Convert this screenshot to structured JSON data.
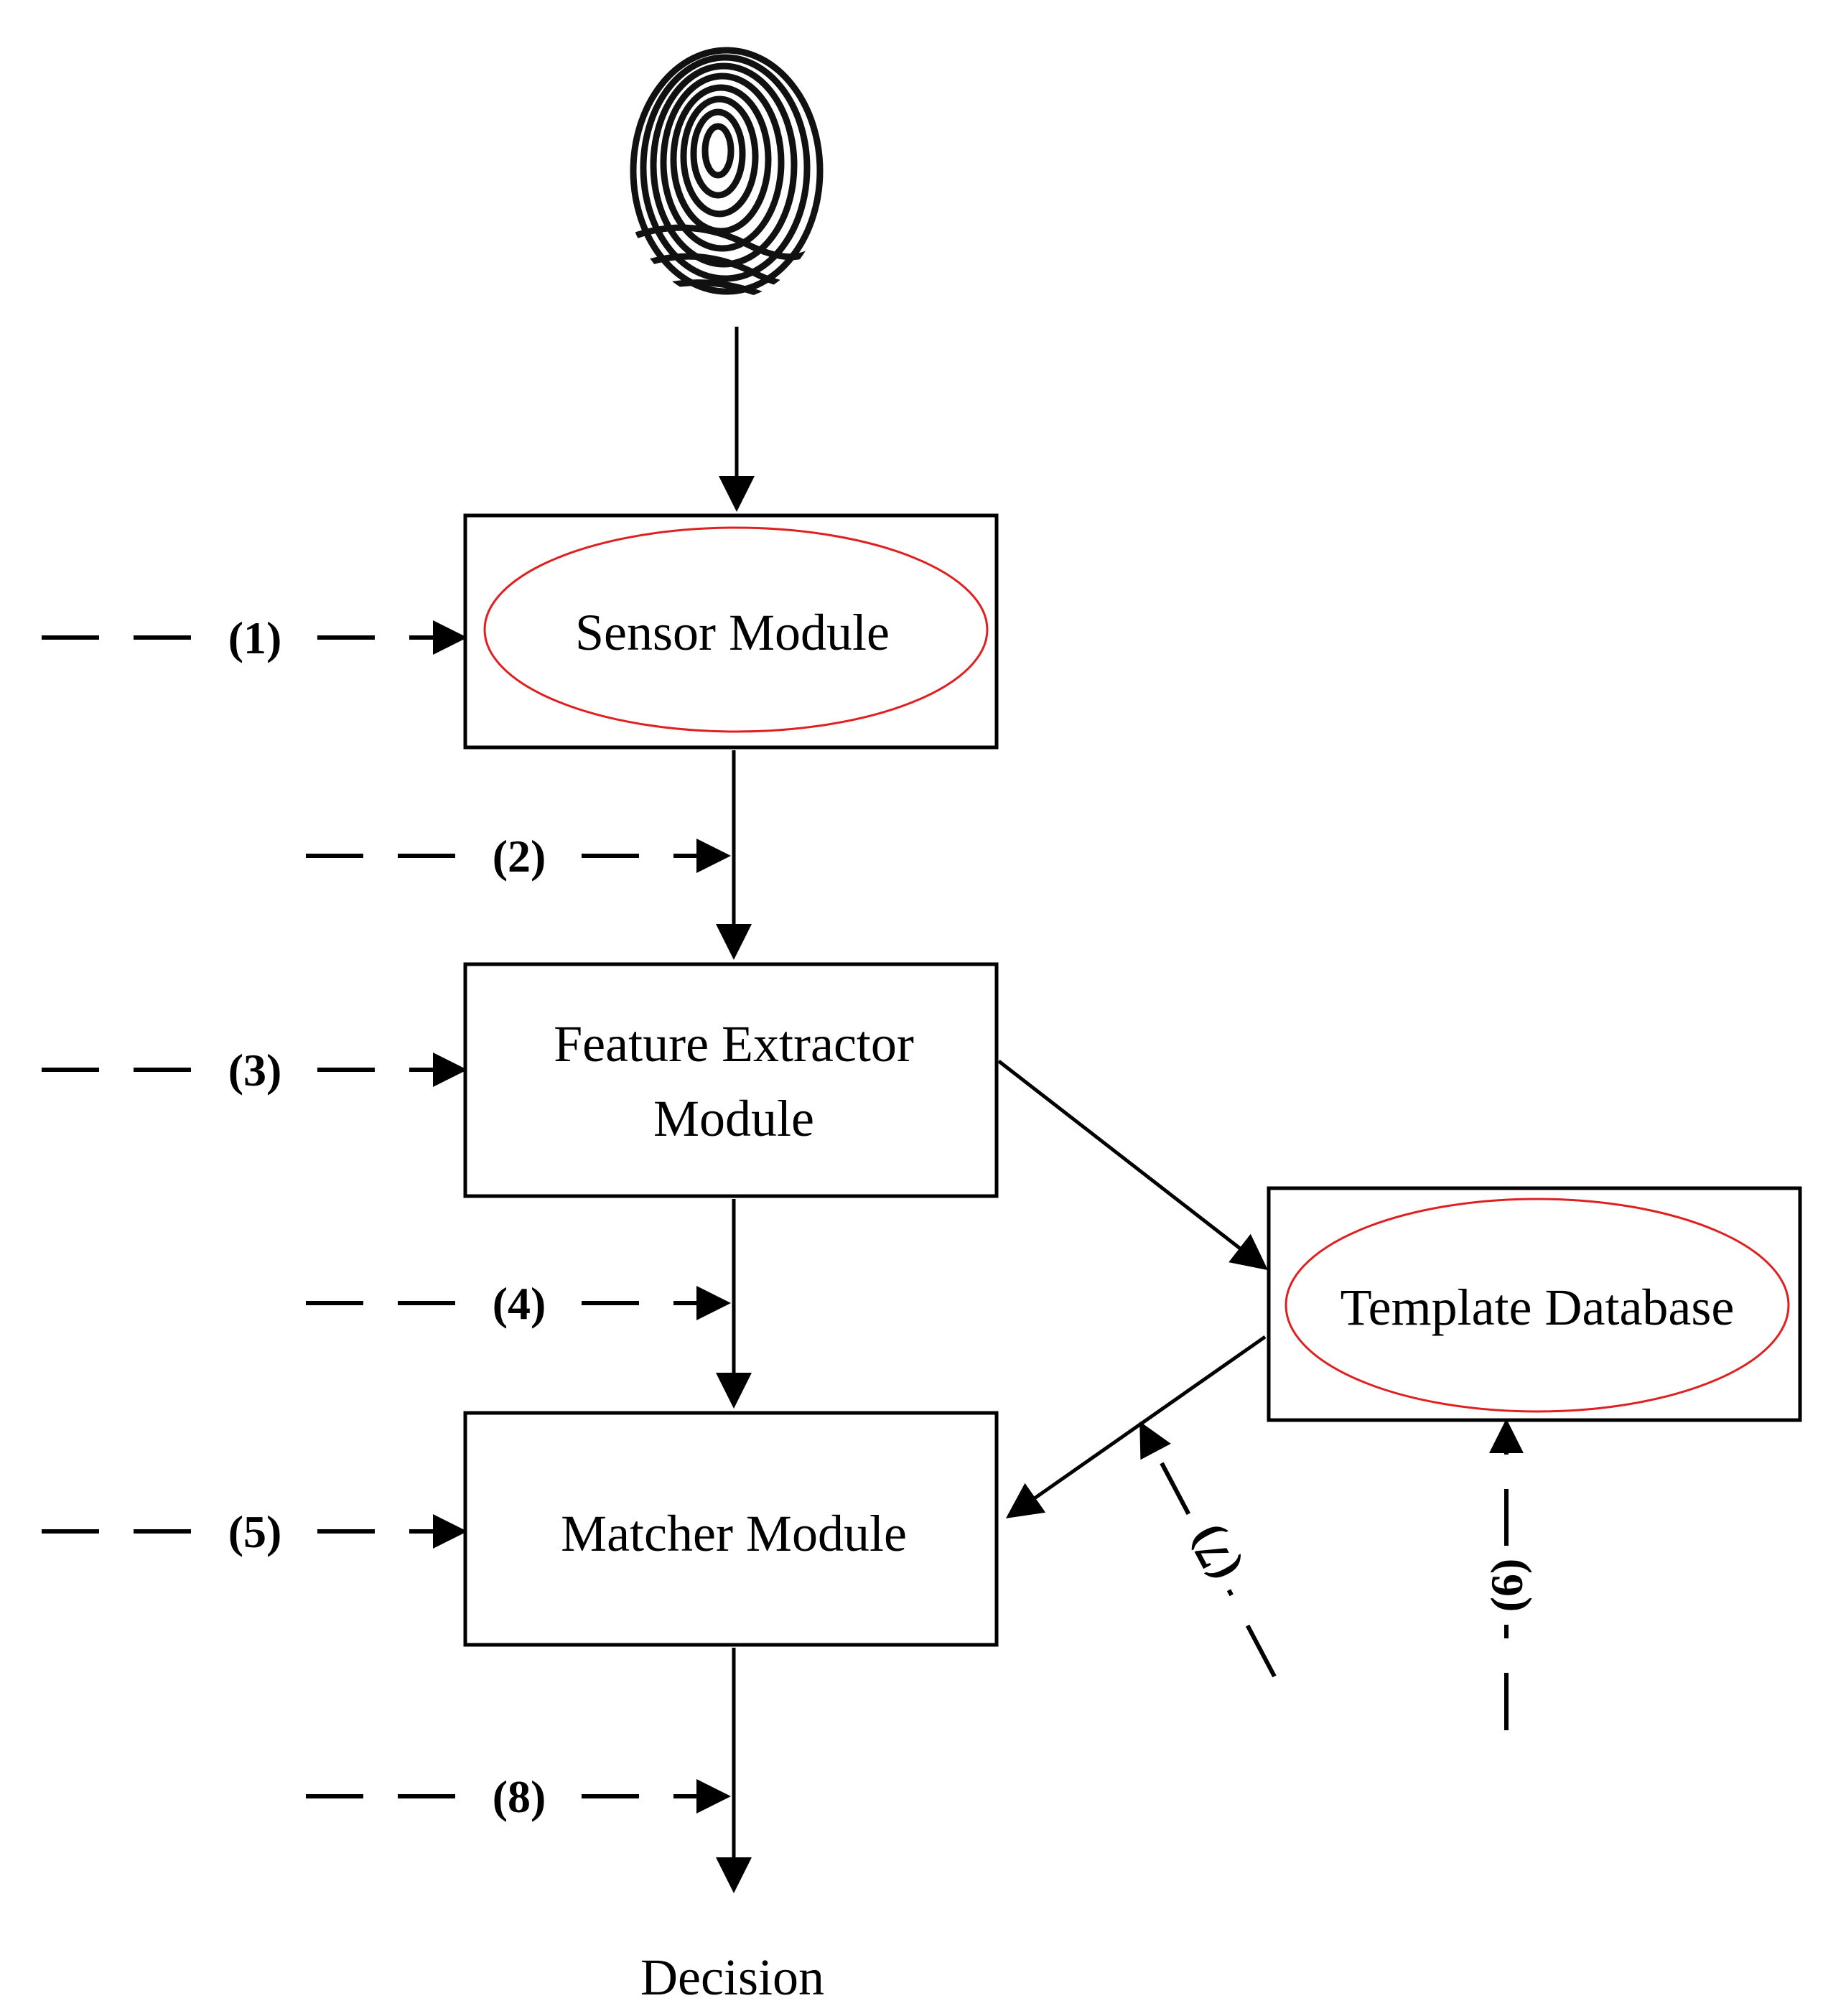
{
  "modules": {
    "sensor": "Sensor Module",
    "feature_line1": "Feature Extractor",
    "feature_line2": "Module",
    "matcher": "Matcher Module",
    "template_db": "Template Database"
  },
  "output_label": "Decision",
  "attack_points": {
    "p1": "(1)",
    "p2": "(2)",
    "p3": "(3)",
    "p4": "(4)",
    "p5": "(5)",
    "p6": "(6)",
    "p7": "(7)",
    "p8": "(8)"
  },
  "colors": {
    "lines": "#000000",
    "highlight_ellipse": "#e02020"
  },
  "icons": {
    "input": "fingerprint-icon"
  }
}
